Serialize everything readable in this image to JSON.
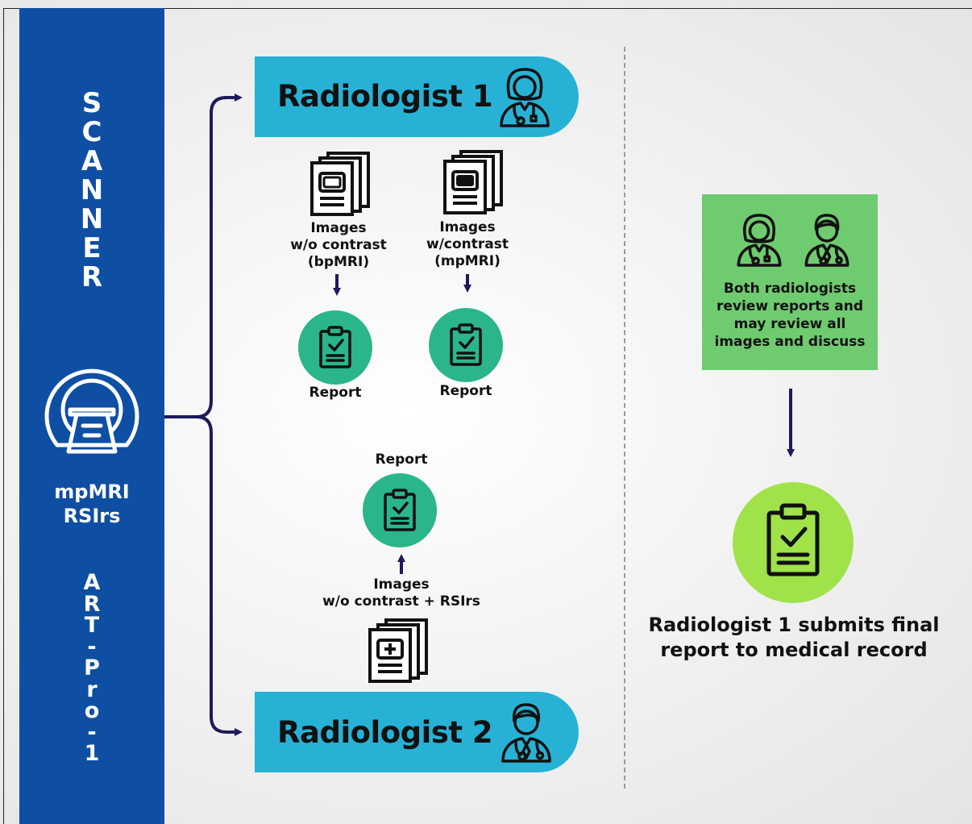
{
  "scanner": {
    "title_letters": [
      "S",
      "C",
      "A",
      "N",
      "N",
      "E",
      "R"
    ],
    "model_lines": [
      "mpMRI",
      "RSIrs"
    ],
    "study_letters": [
      "A",
      "R",
      "T",
      "-",
      "P",
      "r",
      "o",
      "-",
      "1"
    ]
  },
  "radiologist1": {
    "label": "Radiologist 1"
  },
  "radiologist2": {
    "label": "Radiologist 2"
  },
  "images_bpmri": {
    "lines": [
      "Images",
      "w/o contrast",
      "(bpMRI)"
    ]
  },
  "images_mpmri": {
    "lines": [
      "Images",
      "w/contrast",
      "(mpMRI)"
    ]
  },
  "images_rsirs": {
    "lines": [
      "Images",
      "w/o contrast + RSIrs"
    ]
  },
  "reports": {
    "bpmri": "Report",
    "mpmri": "Report",
    "rsirs": "Report"
  },
  "collaboration": {
    "lines": [
      "Both radiologists",
      "review reports and",
      "may review all",
      "images and discuss"
    ]
  },
  "final": {
    "lines": [
      "Radiologist 1 submits final",
      "report to medical record"
    ]
  },
  "colors": {
    "scanner": "#0e4fa3",
    "pill": "#27b2d5",
    "report": "#2bb58b",
    "collab": "#6fcb6f",
    "final": "#9fe24a",
    "arrow": "#1e1a5c"
  }
}
